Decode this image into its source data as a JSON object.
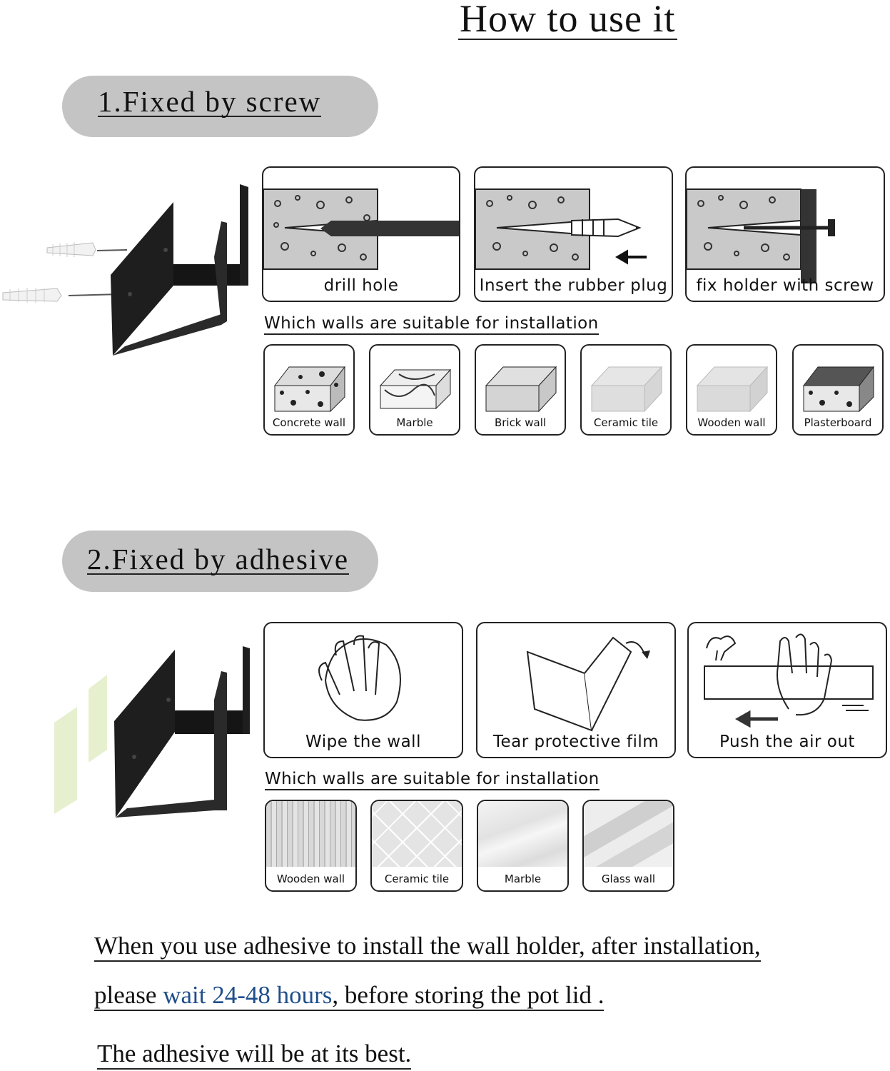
{
  "title": "How to use it",
  "screw_section": {
    "heading": "1.Fixed by screw",
    "steps": [
      "drill hole",
      "Insert the rubber plug",
      "fix holder with screw"
    ],
    "walls_heading": "Which walls are suitable for installation",
    "walls": [
      "Concrete wall",
      "Marble",
      "Brick wall",
      "Ceramic tile",
      "Wooden wall",
      "Plasterboard"
    ]
  },
  "adhesive_section": {
    "heading": "2.Fixed by adhesive",
    "steps": [
      "Wipe the wall",
      "Tear protective film",
      "Push the air out"
    ],
    "walls_heading": "Which walls are suitable for installation",
    "walls": [
      "Wooden wall",
      "Ceramic tile",
      "Marble",
      "Glass wall"
    ]
  },
  "note": {
    "line1": "When you use adhesive to install the wall holder, after installation,",
    "line2_pre": "please ",
    "line2_highlight": "wait 24-48 hours",
    "line2_post": ", before storing the pot lid .",
    "line3": "The adhesive will be at its best."
  },
  "colors": {
    "pill": "#c4c4c4",
    "highlight": "#1f4e8a",
    "holder": "#1a1a1a",
    "adhesive_pad": "#e6f0cf"
  }
}
